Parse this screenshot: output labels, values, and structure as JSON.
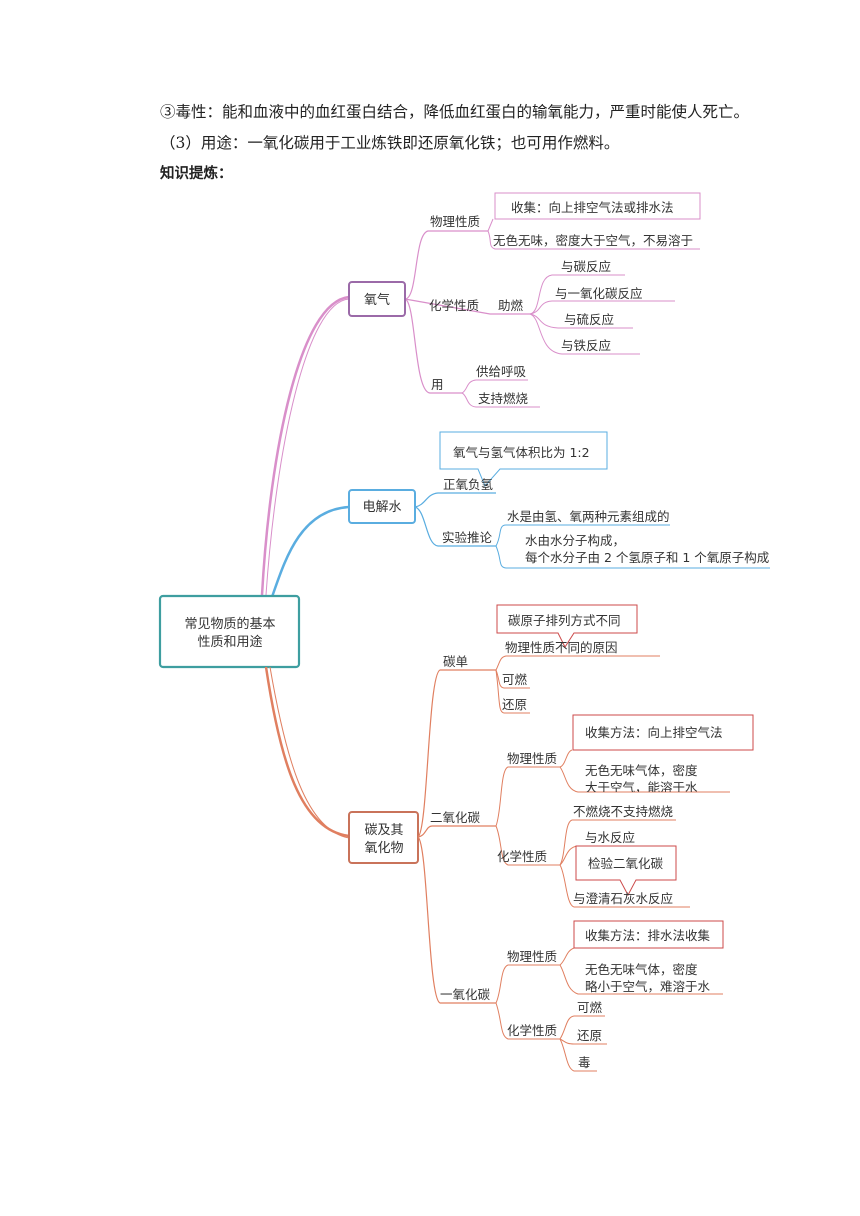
{
  "text": {
    "line1": "③毒性：能和血液中的血红蛋白结合，降低血红蛋白的输氧能力，严重时能使人死亡。",
    "line2": "（3）用途：一氧化碳用于工业炼铁即还原氧化铁；也可用作燃料。",
    "heading": "知识提炼："
  },
  "colors": {
    "oxygen": "#d98fca",
    "oxygen_box": "#9b6aa8",
    "water": "#5aade0",
    "carbon": "#e07f60",
    "carbon_box": "#c9735a",
    "root": "#3e9ea0",
    "callout_red": "#cc4a4a"
  },
  "map": {
    "root": {
      "line1": "常见物质的基本",
      "line2": "性质和用途"
    },
    "oxygen": {
      "label": "氧气",
      "physical": {
        "label": "物理性质",
        "callout": "收集：向上排空气法或排水法",
        "desc": "无色无味，密度大于空气，不易溶于"
      },
      "chemical": {
        "label": "化学性质",
        "combust": "助燃",
        "reactions": [
          "与碳反应",
          "与一氧化碳反应",
          "与硫反应",
          "与铁反应"
        ]
      },
      "use": {
        "label": "用",
        "items": [
          "供给呼吸",
          "支持燃烧"
        ]
      }
    },
    "water": {
      "label": "电解水",
      "callout": "氧气与氢气体积比为 1:2",
      "positive_negative": "正氧负氢",
      "inference": {
        "label": "实验推论",
        "item1": "水是由氢、氧两种元素组成的",
        "item2_line1": "水由水分子构成，",
        "item2_line2": "每个水分子由 2 个氢原子和 1 个氧原子构成"
      }
    },
    "carbon": {
      "label_line1": "碳及其",
      "label_line2": "氧化物",
      "element": {
        "label": "碳单",
        "callout": "碳原子排列方式不同",
        "items": [
          "物理性质不同的原因",
          "可燃",
          "还原"
        ]
      },
      "co2": {
        "label": "二氧化碳",
        "physical": {
          "label": "物理性质",
          "callout": "收集方法：向上排空气法",
          "desc_line1": "无色无味气体，密度",
          "desc_line2": "大于空气，能溶于水"
        },
        "chemical": {
          "label": "化学性质",
          "callout": "检验二氧化碳",
          "items": [
            "不燃烧不支持燃烧",
            "与水反应",
            "与澄清石灰水反应"
          ]
        }
      },
      "co": {
        "label": "一氧化碳",
        "physical": {
          "label": "物理性质",
          "callout": "收集方法：排水法收集",
          "desc_line1": "无色无味气体，密度",
          "desc_line2": "略小于空气，难溶于水"
        },
        "chemical": {
          "label": "化学性质",
          "items": [
            "可燃",
            "还原",
            "毒"
          ]
        }
      }
    }
  }
}
